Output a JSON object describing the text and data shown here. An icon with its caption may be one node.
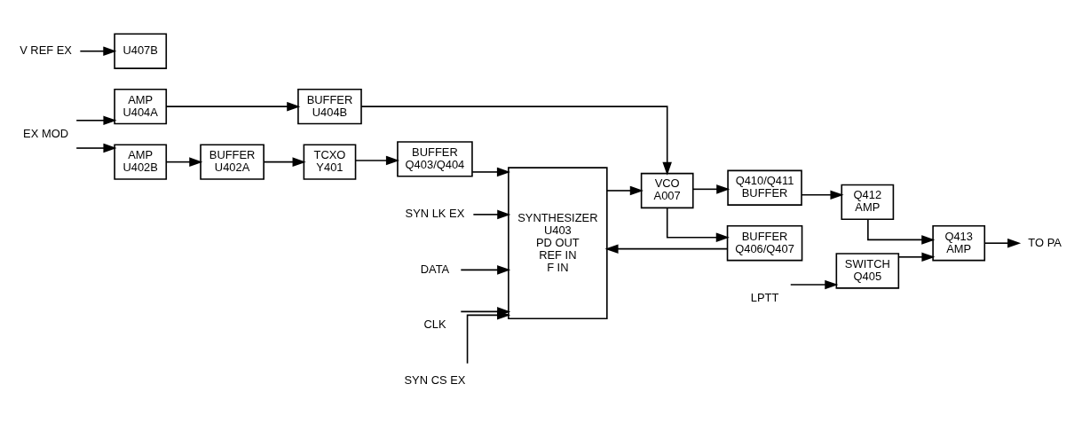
{
  "diagram": {
    "nodes": [
      {
        "text": [
          "EX MOD"
        ]
      },
      {
        "text": [
          "LPTT"
        ]
      },
      {
        "text": [
          "V REF EX"
        ]
      },
      {
        "text": [
          "DATA"
        ]
      },
      {
        "text": [
          "CLK"
        ]
      },
      {
        "text": [
          "SYN CS EX"
        ]
      },
      {
        "text": [
          "SYN LK EX"
        ]
      },
      {
        "text": [
          "AMP",
          "U402B"
        ]
      },
      {
        "text": [
          "BUFFER",
          "U402A"
        ]
      },
      {
        "text": [
          "TCXO",
          "Y401"
        ]
      },
      {
        "text": [
          "AMP",
          "U404A"
        ]
      },
      {
        "text": [
          "BUFFER",
          "U404B"
        ]
      },
      {
        "text": [
          "U407B"
        ]
      },
      {
        "text": [
          "SYNTHESIZER",
          "U403",
          "PD OUT",
          "REF IN",
          "F IN"
        ]
      },
      {
        "text": [
          "VCO",
          "A007"
        ]
      },
      {
        "text": [
          "BUFFER",
          "Q403/Q404"
        ]
      },
      {
        "text": [
          "BUFFER",
          "Q406/Q407"
        ]
      },
      {
        "text": [
          "SWITCH",
          "Q405"
        ]
      },
      {
        "text": [
          "Q410/Q411",
          "BUFFER"
        ]
      },
      {
        "text": [
          "Q412",
          "AMP"
        ]
      },
      {
        "text": [
          "Q413",
          "AMP"
        ]
      },
      {
        "text": [
          "TO PA"
        ]
      }
    ],
    "edges": [
      {
        "from": 0,
        "to": 7,
        "arrow": "to"
      },
      {
        "from": 0,
        "to": 10,
        "arrow": "to"
      },
      {
        "from": 7,
        "to": 8,
        "arrow": "to"
      },
      {
        "from": 8,
        "to": 9,
        "arrow": "to"
      },
      {
        "from": 1,
        "to": 17,
        "arrow": "to"
      },
      {
        "from": 10,
        "to": 11,
        "arrow": "to"
      },
      {
        "from": 2,
        "to": 12,
        "arrow": "to"
      },
      {
        "from": 11,
        "to": 14,
        "arrow": "to"
      },
      {
        "from": 3,
        "to": 13,
        "arrow": "to"
      },
      {
        "from": 4,
        "to": 13,
        "arrow": "to"
      },
      {
        "from": 5,
        "to": 13,
        "arrow": "to"
      },
      {
        "from": 6,
        "to": 13,
        "arrow": "to"
      },
      {
        "from": 13,
        "to": 14,
        "arrow": "to"
      },
      {
        "from": 9,
        "to": 15,
        "arrow": "to"
      },
      {
        "from": 15,
        "to": 13,
        "arrow": "to"
      },
      {
        "from": 14,
        "to": 16,
        "arrow": "to"
      },
      {
        "from": 16,
        "to": 13,
        "arrow": "to"
      },
      {
        "from": 14,
        "to": 18,
        "arrow": "to"
      },
      {
        "from": 18,
        "to": 19,
        "arrow": "to"
      },
      {
        "from": 19,
        "to": 20,
        "arrow": "to"
      },
      {
        "from": 17,
        "to": 20,
        "arrow": "to"
      },
      {
        "from": 20,
        "to": 21,
        "arrow": "to"
      }
    ]
  }
}
